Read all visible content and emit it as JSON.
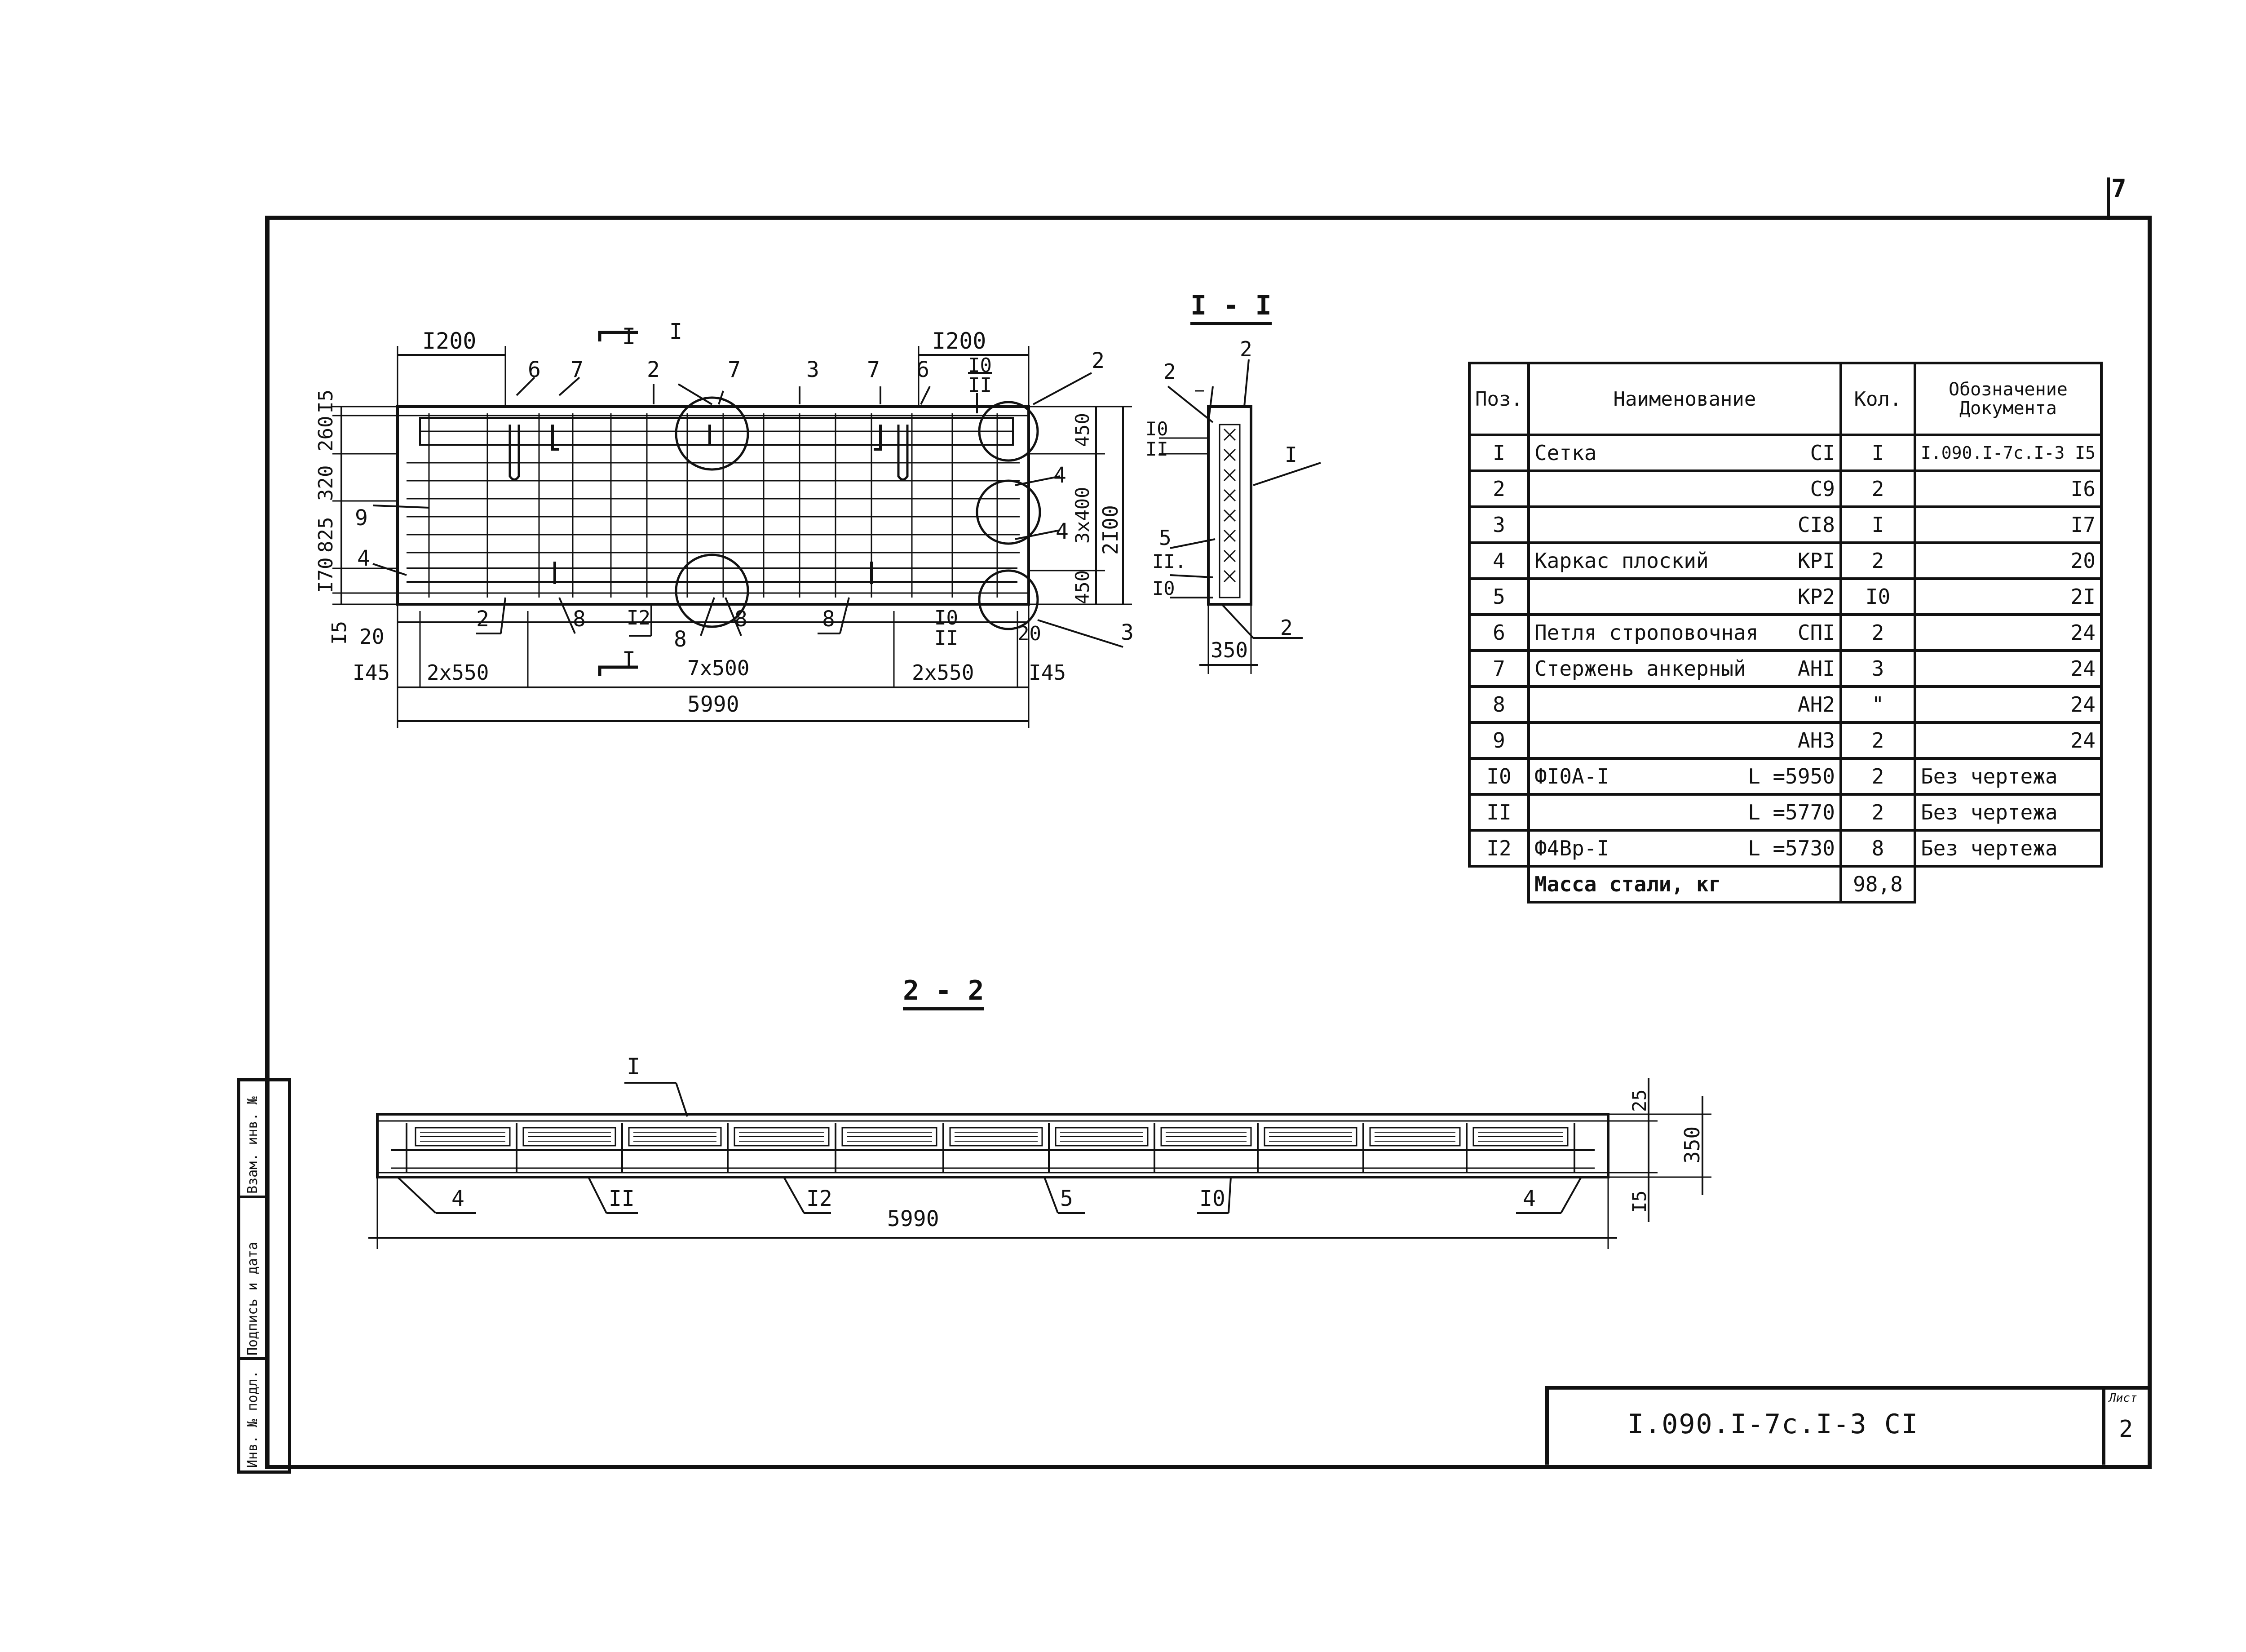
{
  "sheet_corner_number": "7",
  "section_1": {
    "title": "I - I",
    "cut_label": "I",
    "marks_top": {
      "a": "I200",
      "b": "I200"
    },
    "plan_labels": [
      "6",
      "7",
      "2",
      "I",
      "7",
      "3",
      "7",
      "6",
      "I0",
      "II",
      "2",
      "4",
      "4",
      "9",
      "4",
      "2",
      "8",
      "I2",
      "8",
      "8",
      "8",
      "I0",
      "II",
      "20",
      "3"
    ],
    "dims_left": [
      "I5",
      "260",
      "320",
      "825",
      "I70",
      "I5"
    ],
    "dims_bottom": [
      "20",
      "I45",
      "2x550",
      "7x500",
      "2x550",
      "I45"
    ],
    "total_length": "5990",
    "dims_right": [
      "450",
      "3x400",
      "450",
      "2I00"
    ],
    "section_labels": [
      "2",
      "2",
      "I0",
      "II",
      "I",
      "5",
      "II.",
      "I0",
      "2"
    ],
    "section_width": "350"
  },
  "section_2": {
    "title": "2 - 2",
    "labels": [
      "I",
      "4",
      "II",
      "I2",
      "5",
      "I0",
      "4"
    ],
    "total_length": "5990",
    "dims_right": [
      "25",
      "350",
      "I5"
    ]
  },
  "spec_table": {
    "headers": {
      "pos": "Поз.",
      "name": "Наименование",
      "qty": "Кол.",
      "doc": "Обозначение Документа"
    },
    "rows": [
      {
        "pos": "I",
        "name": "Сетка",
        "mark": "CI",
        "qty": "I",
        "doc": "I.090.I-7c.I-3   I5"
      },
      {
        "pos": "2",
        "name": "",
        "mark": "C9",
        "qty": "2",
        "doc": "I6"
      },
      {
        "pos": "3",
        "name": "",
        "mark": "CI8",
        "qty": "I",
        "doc": "I7"
      },
      {
        "pos": "4",
        "name": "Каркас плоский",
        "mark": "KPI",
        "qty": "2",
        "doc": "20"
      },
      {
        "pos": "5",
        "name": "",
        "mark": "KP2",
        "qty": "I0",
        "doc": "2I"
      },
      {
        "pos": "6",
        "name": "Петля строповочная",
        "mark": "CПI",
        "qty": "2",
        "doc": "24"
      },
      {
        "pos": "7",
        "name": "Стержень анкерный",
        "mark": "AHI",
        "qty": "3",
        "doc": "24"
      },
      {
        "pos": "8",
        "name": "",
        "mark": "AH2",
        "qty": "\"",
        "doc": "24"
      },
      {
        "pos": "9",
        "name": "",
        "mark": "AH3",
        "qty": "2",
        "doc": "24"
      },
      {
        "pos": "I0",
        "name": "ФI0A-I",
        "mark": "L =5950",
        "qty": "2",
        "doc": "Без чертежа"
      },
      {
        "pos": "II",
        "name": "",
        "mark": "L =5770",
        "qty": "2",
        "doc": "Без чертежа"
      },
      {
        "pos": "I2",
        "name": "Ф4Bp-I",
        "mark": "L =5730",
        "qty": "8",
        "doc": "Без чертежа"
      }
    ],
    "footer": {
      "label": "Масса стали,   кг",
      "value": "98,8"
    }
  },
  "side_strip": {
    "cells": [
      "Инв. № подл.",
      "Подпись и дата",
      "Взам. инв. №"
    ]
  },
  "title_block": {
    "code": "I.090.I-7c.I-3 CI",
    "sheet_label": "Лист",
    "sheet_number": "2"
  }
}
